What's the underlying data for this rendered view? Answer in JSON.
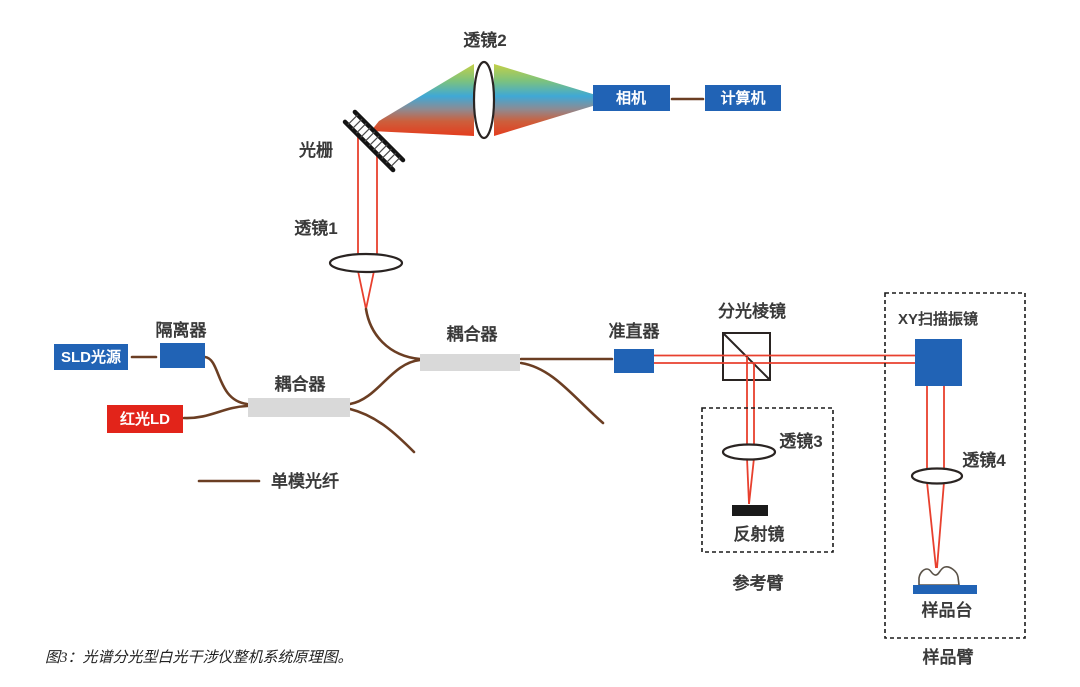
{
  "figure": {
    "caption": "图3：光谱分光型白光干涉仪整机系统原理图。",
    "labels": {
      "lens2": "透镜2",
      "camera": "相机",
      "computer": "计算机",
      "grating": "光栅",
      "lens1": "透镜1",
      "isolator": "隔离器",
      "sld_source": "SLD光源",
      "red_ld": "红光LD",
      "coupler1": "耦合器",
      "coupler2": "耦合器",
      "single_mode_fiber": "单模光纤",
      "collimator": "准直器",
      "beam_splitter": "分光棱镜",
      "galvo": "XY扫描振镜",
      "lens3": "透镜3",
      "mirror": "反射镜",
      "reference_arm": "参考臂",
      "lens4": "透镜4",
      "sample_stage": "样品台",
      "sample_arm": "样品臂"
    },
    "colors": {
      "component_blue": "#2163b5",
      "laser_box_red": "#e2241a",
      "coupler_gray": "#d9d9d9",
      "fiber_brown": "#6b3e23",
      "beam_red": "#e8402e",
      "rainbow_top": "#ccd240",
      "rainbow_mid": "#3fa8d6",
      "rainbow_bottom": "#e8381a"
    }
  }
}
